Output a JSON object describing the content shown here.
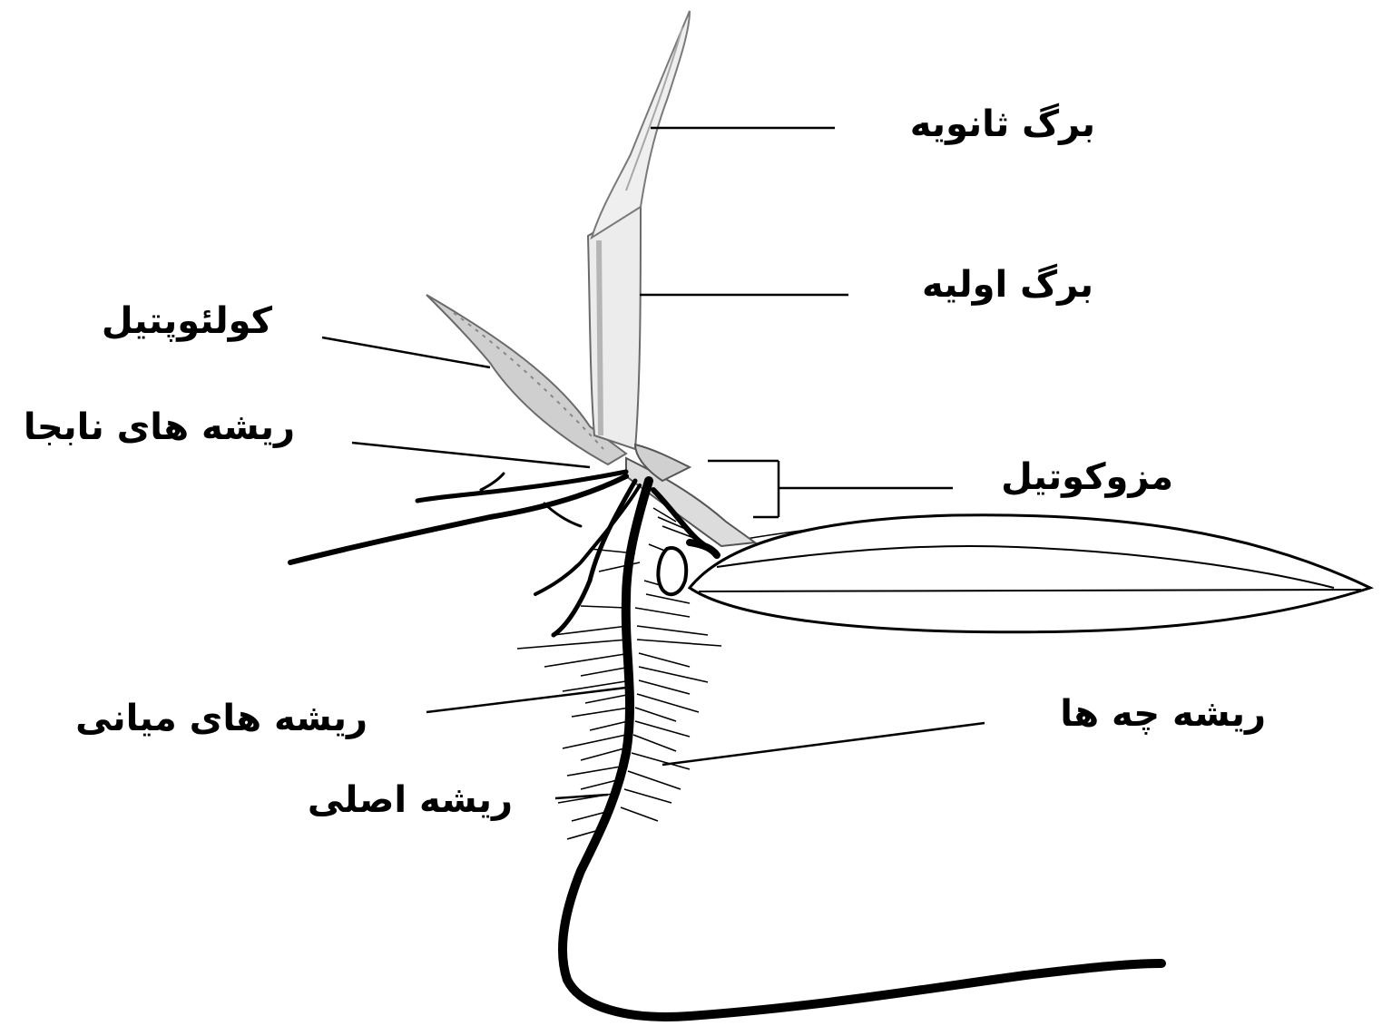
{
  "diagram": {
    "labels": {
      "secondary_leaf": "برگ ثانویه",
      "primary_leaf": "برگ اولیه",
      "coleoptile": "کولئوپتیل",
      "adventitious_roots": "ریشه های نابجا",
      "mesocotyl": "مزوکوتیل",
      "seminal_roots": "ریشه های میانی",
      "rootlets": "ریشه چه ها",
      "main_root": "ریشه اصلی"
    },
    "colors": {
      "ink": "#000000",
      "paper": "#ffffff",
      "leaf_fill": "#e6e6e6",
      "leaf_shade": "#bdbdbd"
    }
  }
}
